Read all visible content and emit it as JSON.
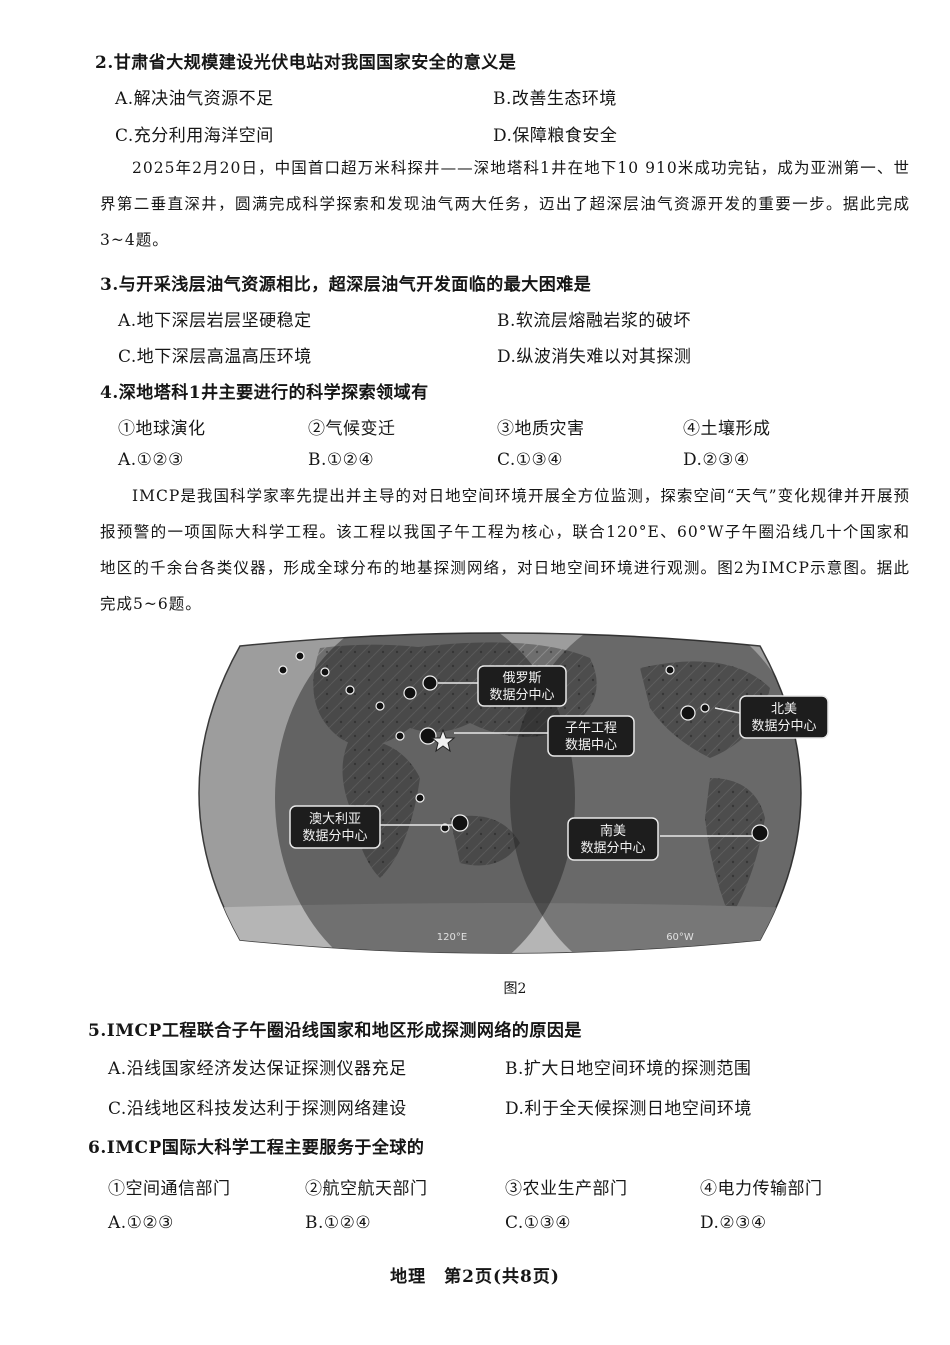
{
  "q2": {
    "stem": "2.甘肃省大规模建设光伏电站对我国国家安全的意义是",
    "a": "A.解决油气资源不足",
    "b": "B.改善生态环境",
    "c": "C.充分利用海洋空间",
    "d": "D.保障粮食安全"
  },
  "passage1": "2025年2月20日，中国首口超万米科探井——深地塔科1井在地下10 910米成功完钻，成为亚洲第一、世界第二垂直深井，圆满完成科学探索和发现油气两大任务，迈出了超深层油气资源开发的重要一步。据此完成3~4题。",
  "q3": {
    "stem": "3.与开采浅层油气资源相比，超深层油气开发面临的最大困难是",
    "a": "A.地下深层岩层坚硬稳定",
    "b": "B.软流层熔融岩浆的破坏",
    "c": "C.地下深层高温高压环境",
    "d": "D.纵波消失难以对其探测"
  },
  "q4": {
    "stem": "4.深地塔科1井主要进行的科学探索领域有",
    "items": [
      "①地球演化",
      "②气候变迁",
      "③地质灾害",
      "④土壤形成"
    ],
    "a": "A.①②③",
    "b": "B.①②④",
    "c": "C.①③④",
    "d": "D.②③④"
  },
  "passage2": "IMCP是我国科学家率先提出并主导的对日地空间环境开展全方位监测，探索空间“天气”变化规律并开展预报预警的一项国际大科学工程。该工程以我国子午工程为核心，联合120°E、60°W子午圈沿线几十个国家和地区的千余台各类仪器，形成全球分布的地基探测网络，对日地空间环境进行观测。图2为IMCP示意图。据此完成5~6题。",
  "figure": {
    "caption": "图2",
    "labels": {
      "russia": [
        "俄罗斯",
        "数据分中心"
      ],
      "meridian": [
        "子午工程",
        "数据中心"
      ],
      "north_america": [
        "北美",
        "数据分中心"
      ],
      "australia": [
        "澳大利亚",
        "数据分中心"
      ],
      "south_america": [
        "南美",
        "数据分中心"
      ]
    },
    "meridian_left": "120°E",
    "meridian_right": "60°W"
  },
  "q5": {
    "stem": "5.IMCP工程联合子午圈沿线国家和地区形成探测网络的原因是",
    "a": "A.沿线国家经济发达保证探测仪器充足",
    "b": "B.扩大日地空间环境的探测范围",
    "c": "C.沿线地区科技发达利于探测网络建设",
    "d": "D.利于全天候探测日地空间环境"
  },
  "q6": {
    "stem": "6.IMCP国际大科学工程主要服务于全球的",
    "items": [
      "①空间通信部门",
      "②航空航天部门",
      "③农业生产部门",
      "④电力传输部门"
    ],
    "a": "A.①②③",
    "b": "B.①②④",
    "c": "C.①③④",
    "d": "D.②③④"
  },
  "footer": "地理　第2页(共8页)"
}
